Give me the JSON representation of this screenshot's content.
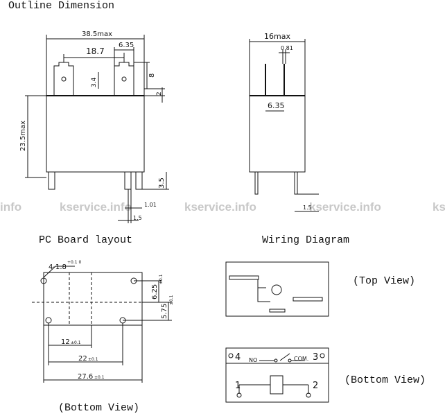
{
  "headings": {
    "outline": "Outline Dimension",
    "pcb": "PC Board layout",
    "wiring": "Wiring Diagram",
    "top_view": "(Top View)",
    "bottom_view_right": "(Bottom View)",
    "bottom_view_left": "(Bottom View)"
  },
  "watermark": [
    "info",
    "kservice.info",
    "kservice.info",
    "kservice.info",
    "ks"
  ],
  "front": {
    "width": "38.5max",
    "pitch": "18.7",
    "tab_width": "6.35",
    "tab_height": "8",
    "hole": "3.4",
    "step": "2",
    "height": "23.5max",
    "pin_length": "3.5",
    "pin_width": "1.01",
    "pin_thick": "1.5"
  },
  "side": {
    "width": "16max",
    "tab_thick": "0.81",
    "tab_spacing": "6.35",
    "pin_thick": "1.5"
  },
  "pcb": {
    "holes_small": "4-1.8",
    "holes_small_tol": "+0.1 0",
    "dim_a": "6.25",
    "dim_a_tol": "±0.1",
    "dim_b": "5.75",
    "dim_b_tol": "±0.1",
    "dim_c": "12",
    "dim_c_tol": "±0.1",
    "dim_d": "22",
    "dim_d_tol": "±0.1",
    "dim_e": "27.6",
    "dim_e_tol": "±0.1"
  },
  "wiring": {
    "pin4": "4",
    "pin3": "3",
    "pin1": "1",
    "pin2": "2",
    "no": "NO",
    "com": "COM."
  }
}
